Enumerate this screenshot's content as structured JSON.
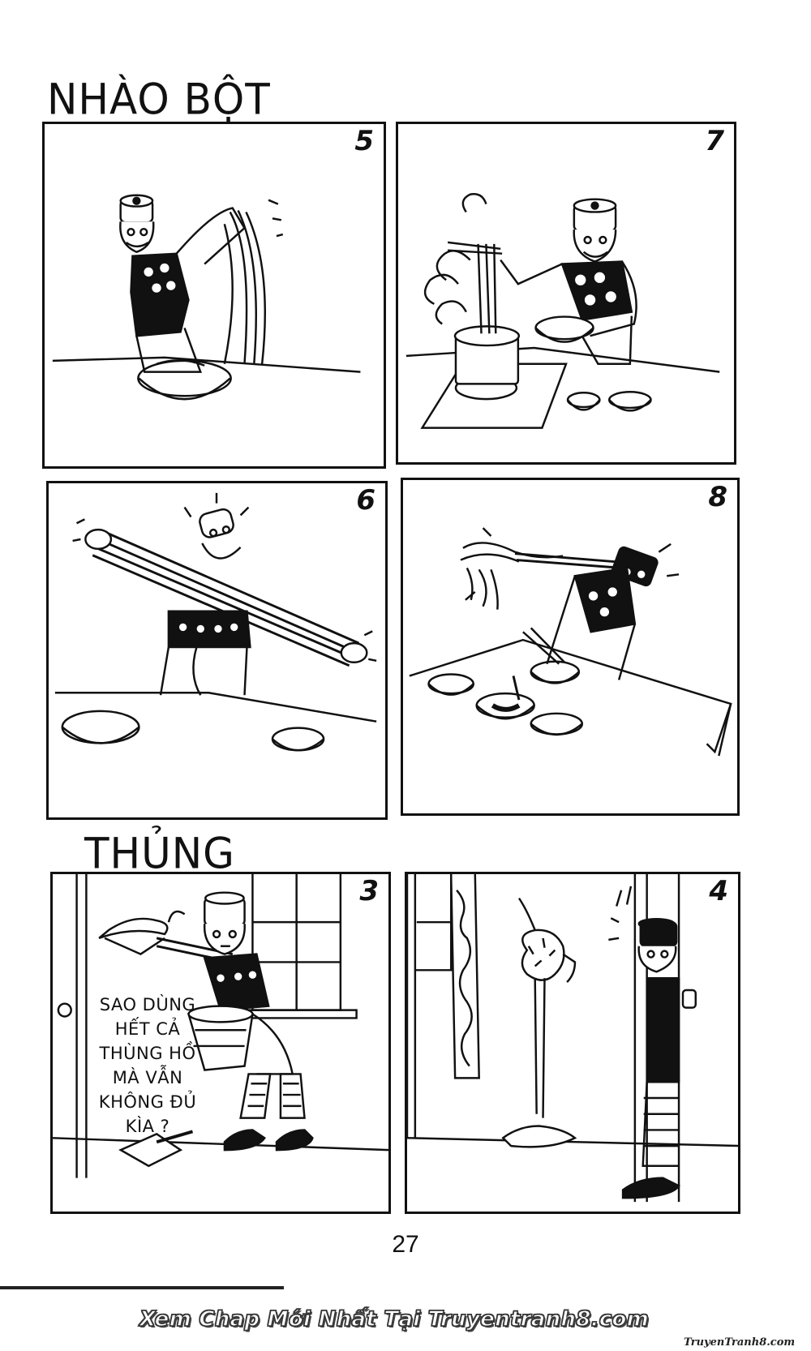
{
  "page": {
    "section_titles": [
      "NHÀO BỘT",
      "THỦNG"
    ],
    "page_number": "27"
  },
  "panels": [
    {
      "number": "5",
      "icon": "man-kneading-dough-illustration"
    },
    {
      "number": "7",
      "icon": "man-cooking-noodles-illustration"
    },
    {
      "number": "6",
      "icon": "man-stretching-dough-illustration"
    },
    {
      "number": "8",
      "icon": "man-serving-noodles-illustration"
    },
    {
      "number": "3",
      "icon": "man-with-bucket-illustration",
      "speech": "SAO DÙNG\nHẾT CẢ\nTHÙNG HỒ\nMÀ VẪN\nKHÔNG ĐỦ\nKÌA ?"
    },
    {
      "number": "4",
      "icon": "torn-wall-illustration"
    }
  ],
  "watermark": {
    "text": "Xem Chap Mới Nhất Tại Truyentranh8.com",
    "logo": "TruyenTranh8.com"
  }
}
